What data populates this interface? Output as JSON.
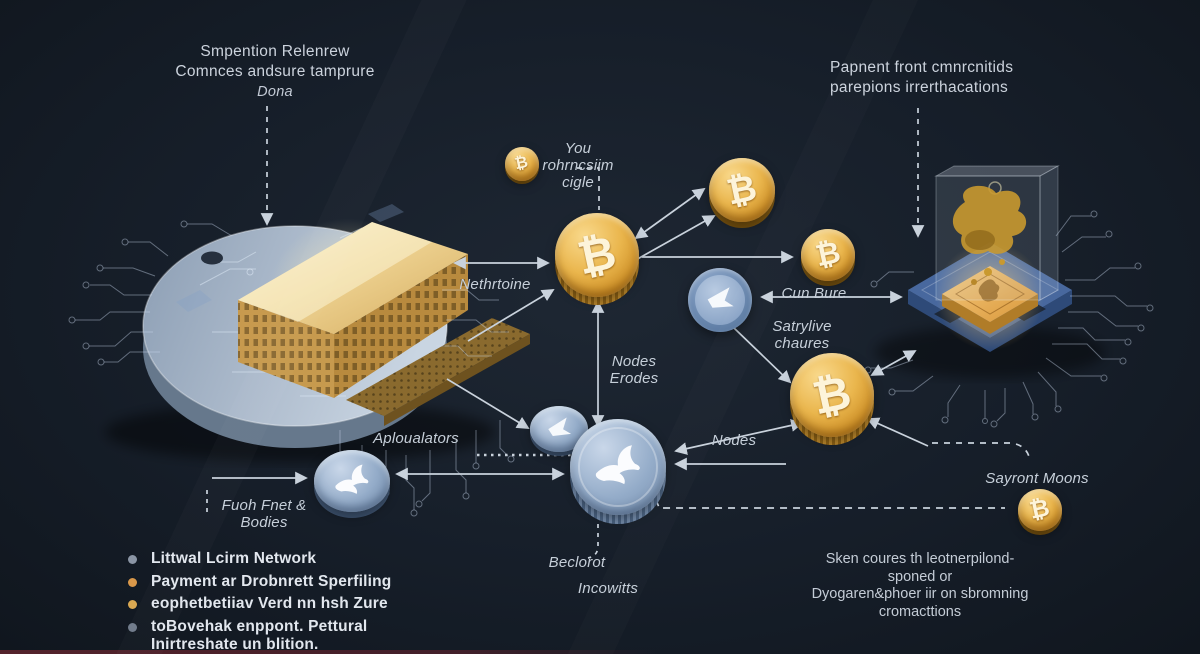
{
  "annotations": {
    "top_left": {
      "line1": "Smpention Relenrew",
      "line2": "Comnces andsure tamprure",
      "line3": "Dona"
    },
    "top_right": {
      "line1": "Papnent front cmnrcnitids",
      "line2": "parepions irrerthacations"
    },
    "bottom_right": {
      "line1": "Sken coures th leotnerpilond-",
      "line2": "sponed or",
      "line3": "Dyogaren&phoer iir on sbromning",
      "line4": "cromacttions"
    }
  },
  "labels": {
    "token_line1": "You rohrncsiim",
    "token_line2": "cigle",
    "network": "Nethrtoine",
    "nodes_erodes_line1": "Nodes",
    "nodes_erodes_line2": "Erodes",
    "cun_bure": "Cun Bure",
    "satrylive_line1": "Satrylive",
    "satrylive_line2": "chaures",
    "nodes": "Nodes",
    "aploualators": "Aploualators",
    "fuoh_line1": "Fuoh Fnet &",
    "fuoh_line2": "Bodies",
    "sayront": "Sayront Moons",
    "beclorot": "Beclorot",
    "incowitts": "Incowitts"
  },
  "legend": {
    "items": [
      {
        "color": "#8b95a5",
        "line1": "Littwal Lcirm Network",
        "line2": ""
      },
      {
        "color": "#d9984a",
        "line1": "Payment ar Drobnrett Sperfiling",
        "line2": ""
      },
      {
        "color": "#d9a852",
        "line1": "eophetbetiiav Verd nn hsh Zure",
        "line2": ""
      },
      {
        "color": "#6f7a8a",
        "line1": "toBovehak enppont. Pettural",
        "line2": "Inirtreshate un blition."
      }
    ]
  },
  "symbols": {
    "btc": "₿"
  },
  "colors": {
    "background": "#151c26",
    "gold_coin": "#eab64d",
    "blue_coin": "#94acc9",
    "arrow": "#c9d2dc",
    "label_text": "#c6cfd9",
    "legend_text": "#e2e7ee"
  }
}
